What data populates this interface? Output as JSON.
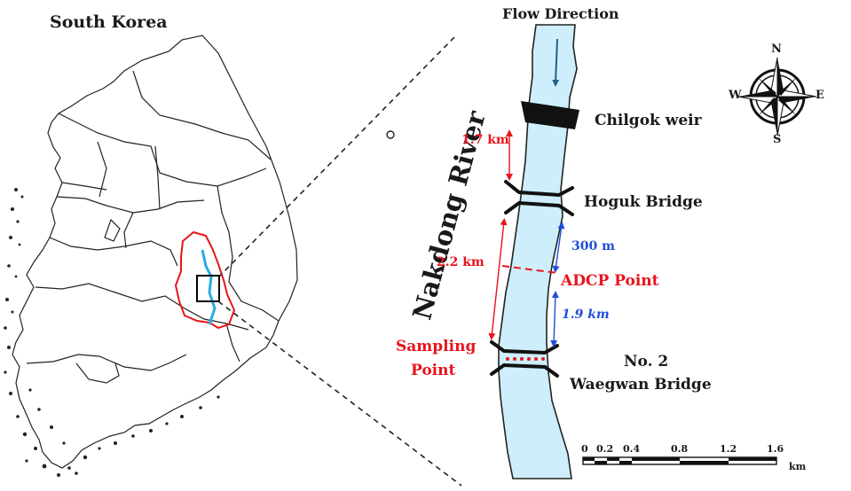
{
  "map_inset": {
    "country_label": "South Korea"
  },
  "river_map": {
    "flow_label": "Flow Direction",
    "river_label": "Nakdong River",
    "weir_label": "Chilgok weir",
    "bridge1_label": "Hoguk Bridge",
    "bridge2_line1": "No. 2",
    "bridge2_line2": "Waegwan Bridge",
    "adcp_label": "ADCP Point",
    "sampling_line1": "Sampling",
    "sampling_line2": "Point",
    "dist_weir_bridge": "1.7 km",
    "dist_bridge_sampling": "2.2 km",
    "dist_bridge_adcp": "300 m",
    "dist_adcp_waegwan": "1.9  km"
  },
  "compass": {
    "n": "N",
    "e": "E",
    "s": "S",
    "w": "W"
  },
  "scale_bar": {
    "ticks": [
      "0",
      "0.2",
      "0.4",
      "0.8",
      "1.2",
      "1.6"
    ],
    "unit": "km"
  },
  "colors": {
    "river": "#cdeefa",
    "red": "#e8141c",
    "blue": "#1e4fd8",
    "stream": "#29abe2"
  }
}
